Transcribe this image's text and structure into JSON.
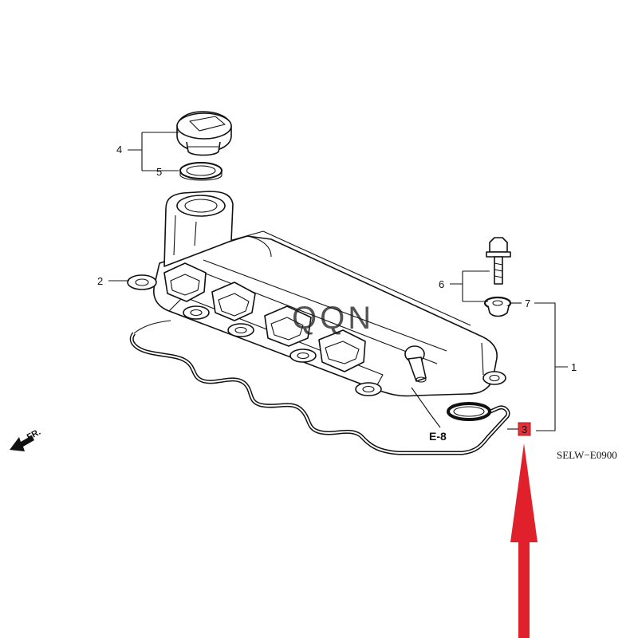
{
  "callouts": {
    "c1": "1",
    "c2": "2",
    "c3": "3",
    "c4": "4",
    "c5": "5",
    "c6": "6",
    "c7": "7"
  },
  "reference": "E-8",
  "direction": "FR.",
  "drawing_code": "SELW−E0900",
  "watermark": "QQN",
  "colors": {
    "highlight": "#e0323a",
    "arrow": "#e0202a",
    "line": "#111111"
  },
  "icons": {
    "direction": "forward-arrow-icon",
    "pointer": "up-arrow-icon"
  }
}
